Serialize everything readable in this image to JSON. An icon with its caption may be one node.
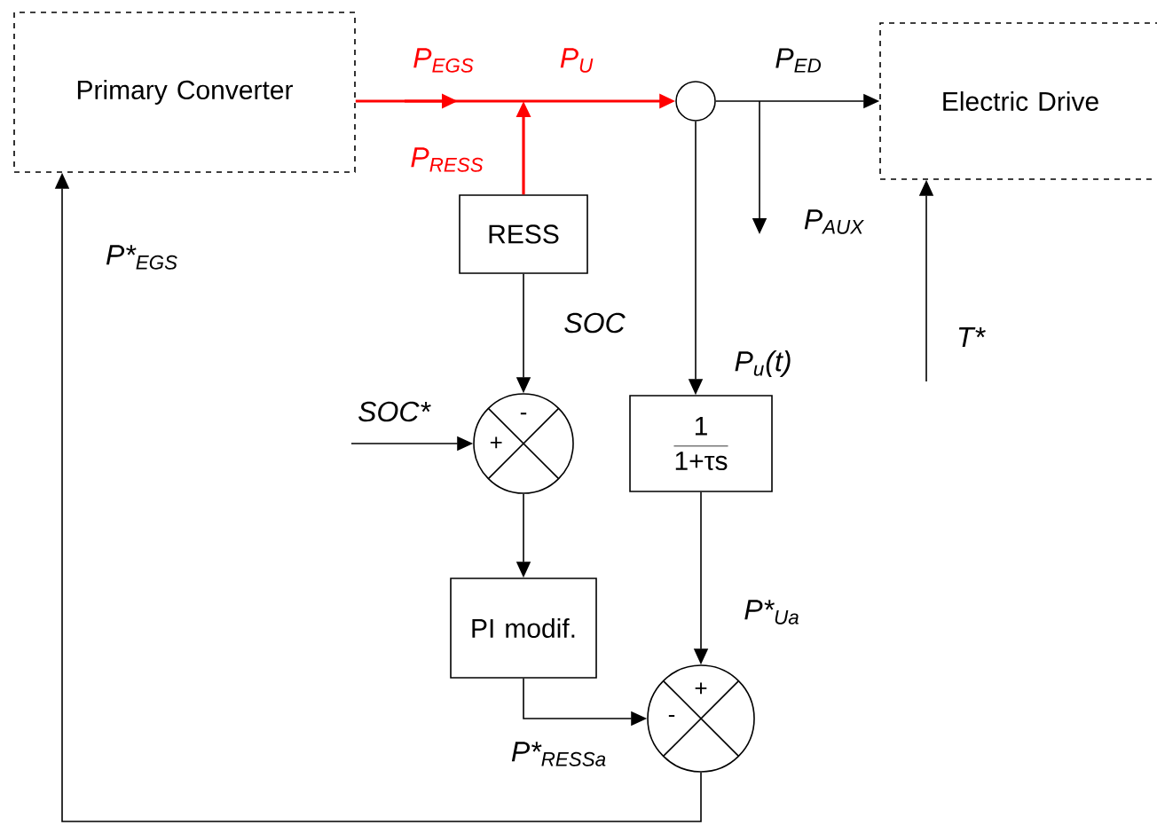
{
  "diagram": {
    "nodes": [
      {
        "text": [
          "Primary Converter"
        ]
      },
      {
        "text": [
          "Electric Drive"
        ]
      },
      {
        "text": [
          "RESS"
        ]
      },
      {
        "text": [],
        "shape": "circle"
      },
      {
        "text": [
          "-",
          "+"
        ]
      },
      {
        "text": [
          "1",
          "1+τs"
        ]
      },
      {
        "text": [
          "PI modif."
        ]
      },
      {
        "text": [
          "+",
          "-"
        ]
      }
    ],
    "edges": [
      {
        "from": 0,
        "to": 3,
        "arrow": "to",
        "label": "P$_{EGS}$",
        "color": "#ff0000"
      },
      {
        "from": 2,
        "to": null,
        "arrow": "to",
        "label": "P$_{RESS}$",
        "color": "#ff0000"
      },
      {
        "from": 3,
        "to": 1,
        "arrow": "to",
        "label": "P$_{ED}$"
      },
      {
        "from": 2,
        "to": 4,
        "arrow": "to",
        "label": "SOC"
      },
      {
        "from": null,
        "to": 4,
        "arrow": "to",
        "label": "SOC*"
      },
      {
        "from": 3,
        "to": 5,
        "arrow": "to",
        "label": "P$_{u}$(t)"
      },
      {
        "from": 4,
        "to": 6,
        "arrow": "to"
      },
      {
        "from": 5,
        "to": 7,
        "arrow": "to",
        "label": "P*$_{Ua}$"
      },
      {
        "from": 6,
        "to": 7,
        "arrow": "to",
        "label": "P*$_{RESSa}$"
      },
      {
        "from": 7,
        "to": 0,
        "arrow": "to",
        "label": "P*$_{EGS}$"
      },
      {
        "from": null,
        "to": 1,
        "arrow": "to",
        "label": "T*"
      }
    ],
    "labels": [
      "P$_{U}$",
      "P$_{AUX}$"
    ]
  }
}
